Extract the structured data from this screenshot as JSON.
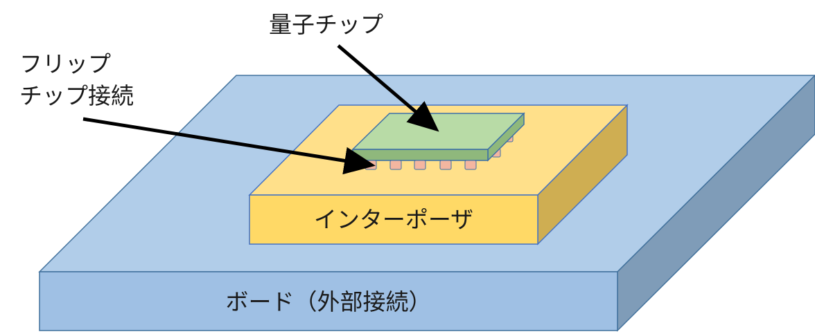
{
  "labels": {
    "quantum_chip": "量子チップ",
    "flip_chip_line1": "フリップ",
    "flip_chip_line2": "チップ接続",
    "interposer": "インターポーザ",
    "board": "ボード（外部接続）"
  },
  "colors": {
    "board_top": "#b1cde9",
    "board_front": "#9fc0e4",
    "board_side": "#7f9cb8",
    "board_stroke": "#41719c",
    "interposer_top": "#ffe08a",
    "interposer_front": "#ffd966",
    "interposer_side": "#cfae52",
    "interposer_stroke": "#4472c4",
    "chip_top": "#b8dba6",
    "chip_side": "#8fb87c",
    "chip_stroke": "#3a6ea8",
    "bump": "#f4b6a0",
    "arrow": "#000000"
  }
}
